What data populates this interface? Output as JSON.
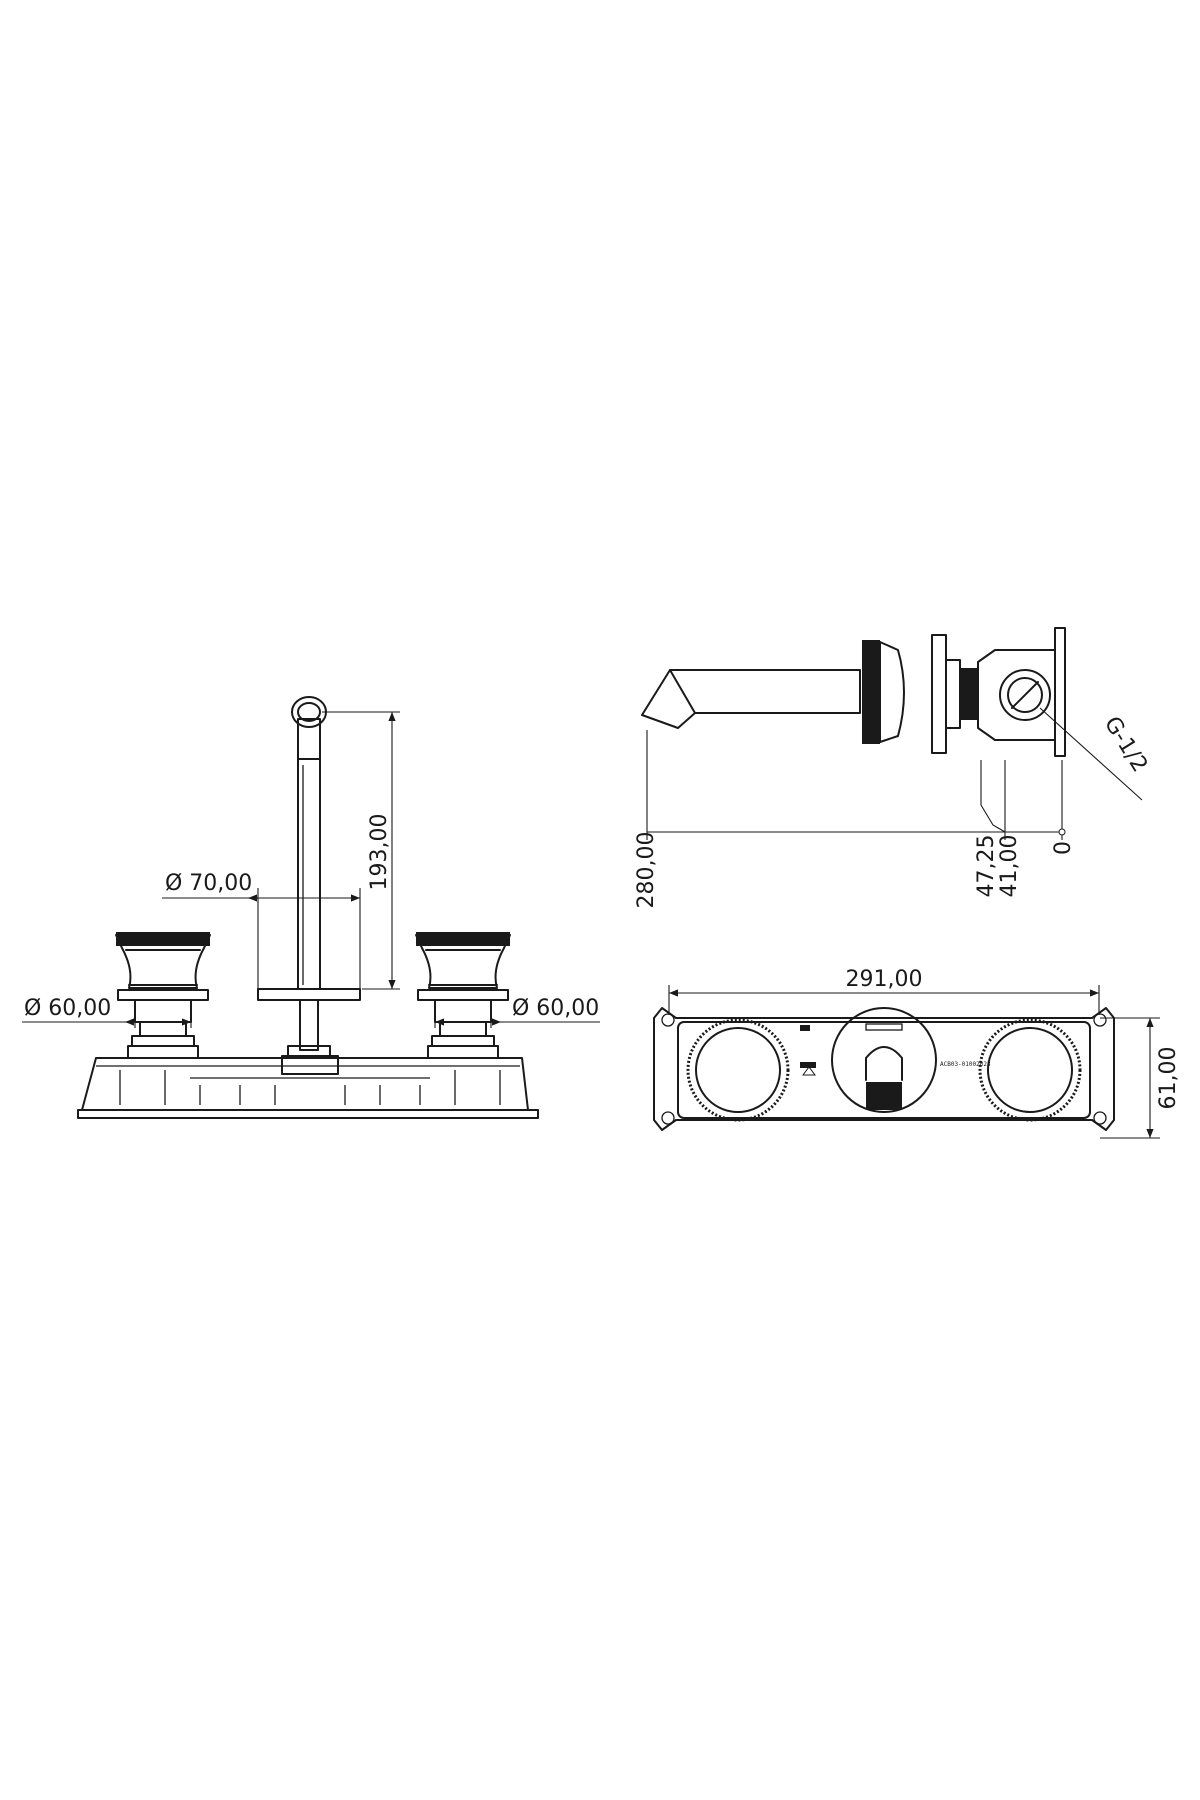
{
  "dimensions": {
    "front_spout_height": "193,00",
    "front_plate_diameter": "Ø 70,00",
    "front_left_handle_diameter": "Ø 60,00",
    "front_right_handle_diameter": "Ø 60,00",
    "side_projection": "280,00",
    "side_offset_a": "47,25",
    "side_offset_b": "41,00",
    "side_zero": "0",
    "side_thread": "G-1/2",
    "plate_width": "291,00",
    "plate_height": "61,00"
  },
  "plate_marking": "ACB03-01002023",
  "colors": {
    "line": "#1a1a1a",
    "background": "#ffffff"
  }
}
